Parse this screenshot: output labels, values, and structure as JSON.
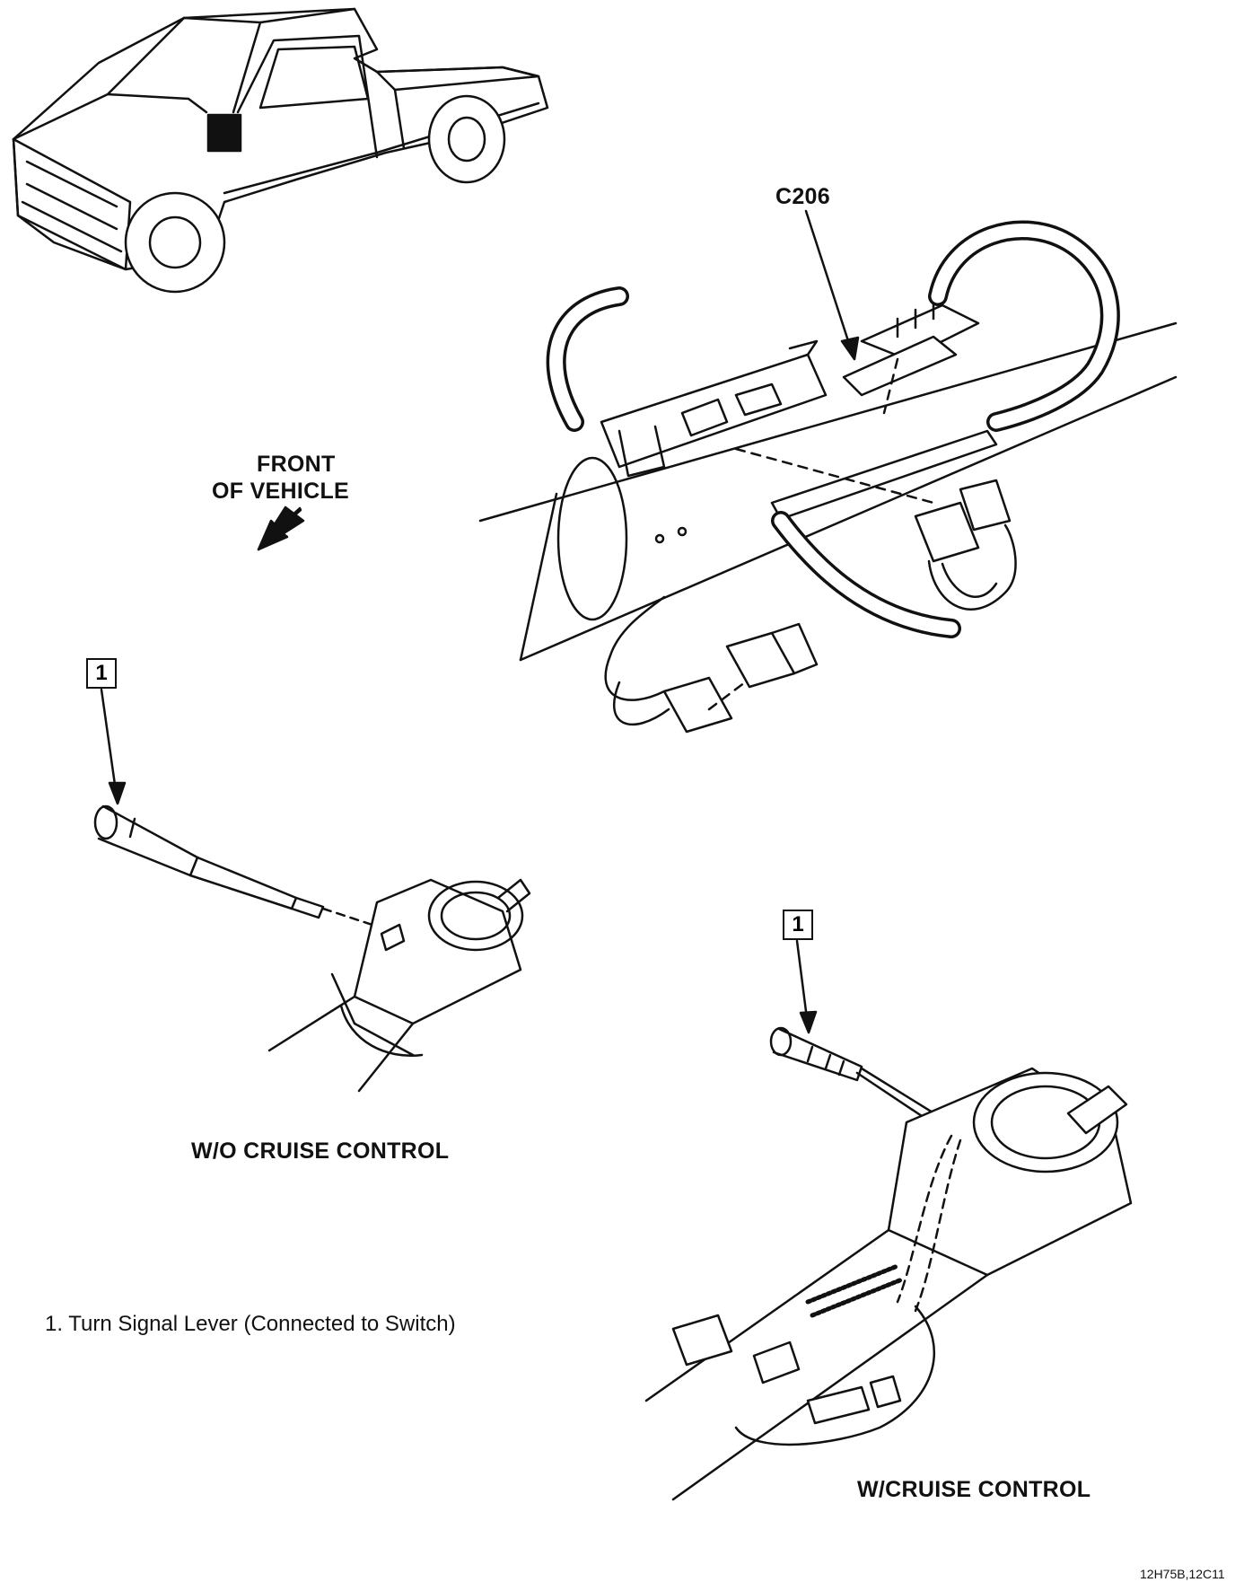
{
  "labels": {
    "connector": "C206",
    "front_line1": "FRONT",
    "front_line2": "OF VEHICLE",
    "without_cruise": "W/O CRUISE CONTROL",
    "with_cruise": "W/CRUISE CONTROL"
  },
  "callouts": [
    {
      "number": "1"
    },
    {
      "number": "1"
    }
  ],
  "legend": [
    {
      "text": "1.  Turn Signal Lever (Connected to Switch)"
    }
  ],
  "figure_id": "12H75B,12C11",
  "colors": {
    "ink": "#111111",
    "background": "#ffffff"
  }
}
